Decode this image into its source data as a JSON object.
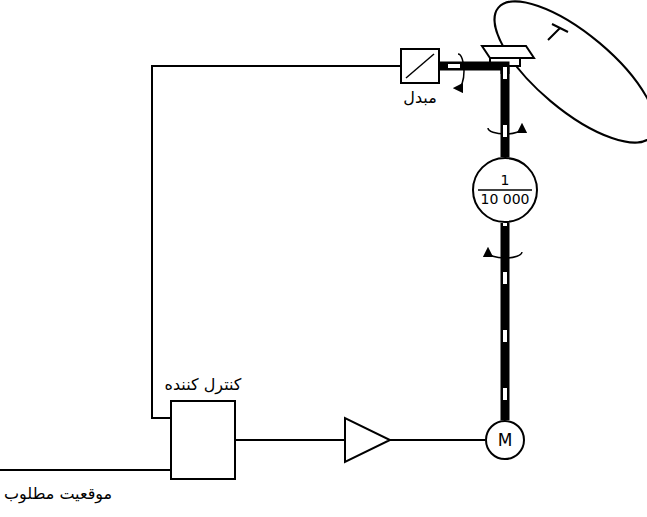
{
  "diagram": {
    "nodes": [
      {
        "text": [
          "مبدل"
        ]
      },
      {
        "text": [
          "1",
          "10 000"
        ]
      },
      {
        "text": [
          "کنترل کننده"
        ]
      },
      {
        "text": [
          "M"
        ]
      }
    ],
    "edges": [
      {
        "from": 0,
        "to": 2,
        "arrow": "none"
      },
      {
        "from": 2,
        "to": 3,
        "arrow": "none"
      },
      {
        "from": 3,
        "to": 1,
        "arrow": "none"
      },
      {
        "from": 1,
        "to": 0,
        "arrow": "none"
      }
    ],
    "labels": [
      "موقعیت مطلوب"
    ]
  }
}
